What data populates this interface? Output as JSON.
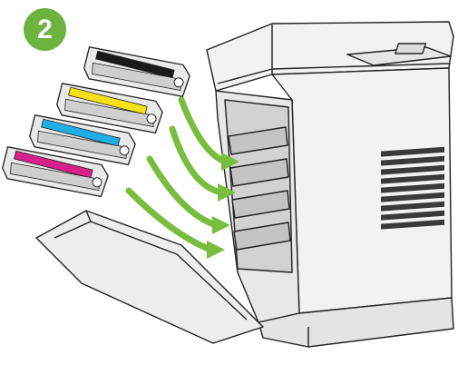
{
  "step": {
    "number": "2"
  },
  "colors": {
    "accent_green": "#6db33f",
    "arrow_green": "#78bd3e",
    "toner_black": "#1a1a1a",
    "toner_yellow": "#f7e21a",
    "toner_cyan": "#22aee4",
    "toner_magenta": "#d8208a",
    "outline": "#222222",
    "body_gray": "#f2f2f2"
  },
  "cartridges": [
    {
      "color_name": "black",
      "color_ref": "toner_black"
    },
    {
      "color_name": "yellow",
      "color_ref": "toner_yellow"
    },
    {
      "color_name": "cyan",
      "color_ref": "toner_cyan"
    },
    {
      "color_name": "magenta",
      "color_ref": "toner_magenta"
    }
  ],
  "arrows": [
    {
      "from": "black-cartridge",
      "to": "slot-1"
    },
    {
      "from": "yellow-cartridge",
      "to": "slot-2"
    },
    {
      "from": "cyan-cartridge",
      "to": "slot-3"
    },
    {
      "from": "magenta-cartridge",
      "to": "slot-4"
    }
  ]
}
